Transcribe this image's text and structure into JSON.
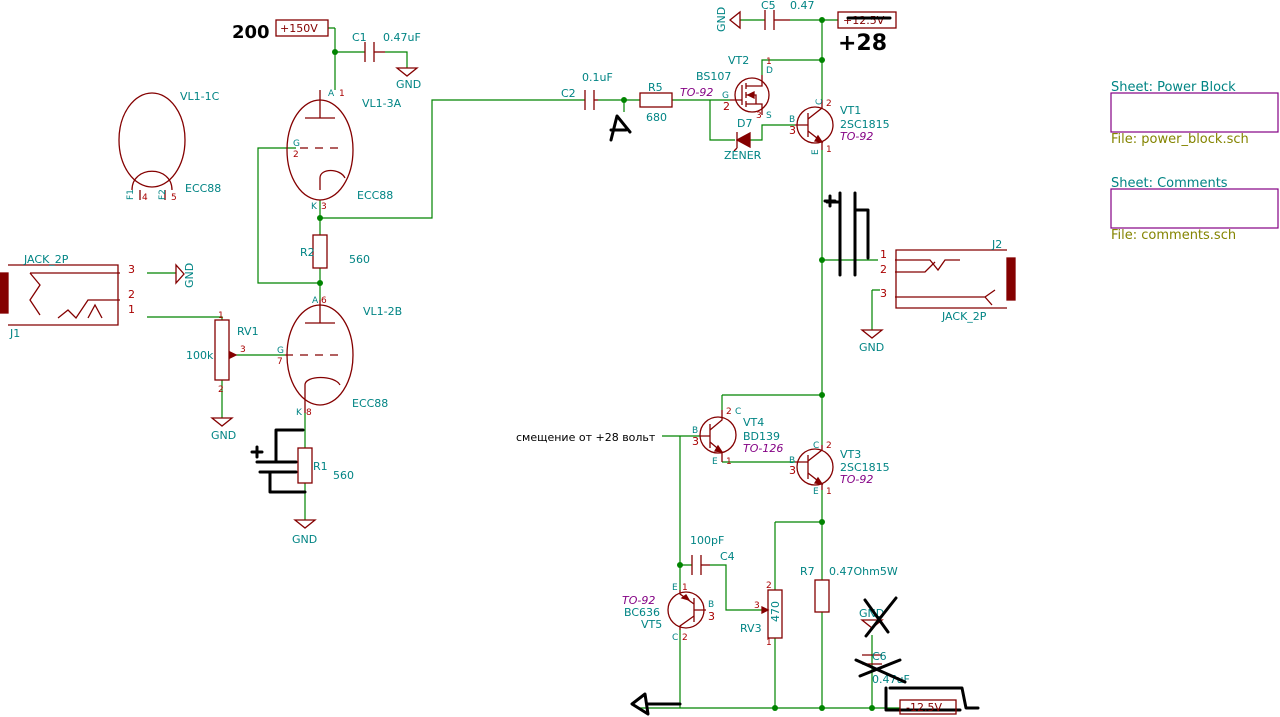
{
  "labels": {
    "vl1c_ref": "VL1-1C",
    "vl1c_val": "ECC88",
    "vl1c_f1": "F1",
    "vl1c_f2": "F2",
    "vl1c_p4": "4",
    "vl1c_p5": "5",
    "vl3a_ref": "VL1-3A",
    "vl3a_val": "ECC88",
    "vl3a_a": "A",
    "vl3a_g": "G",
    "vl3a_k": "K",
    "vl3a_p1": "1",
    "vl3a_p2": "2",
    "vl3a_p3": "3",
    "vl2b_ref": "VL1-2B",
    "vl2b_val": "ECC88",
    "vl2b_a": "A",
    "vl2b_g": "G",
    "vl2b_k": "K",
    "vl2b_p6": "6",
    "vl2b_p7": "7",
    "vl2b_p8": "8",
    "c1_ref": "C1",
    "c1_val": "0.47uF",
    "c1_gnd": "GND",
    "pwr_150": "+150V",
    "hand_200": "200",
    "j1_ref": "J1",
    "j1_val": "JACK_2P",
    "j1_p1": "1",
    "j1_p2": "2",
    "j1_p3": "3",
    "j1_gnd": "GND",
    "rv1_ref": "RV1",
    "rv1_val": "100k",
    "rv1_p1": "1",
    "rv1_p2": "2",
    "rv1_p3": "3",
    "rv1_gnd": "GND",
    "r2_ref": "R2",
    "r2_val": "560",
    "r1_ref": "R1",
    "r1_val": "560",
    "r1_gnd": "GND",
    "c2_ref": "C2",
    "c2_val": "0.1uF",
    "hand_a": "A",
    "r5_ref": "R5",
    "r5_val": "680",
    "vt2_ref": "VT2",
    "vt2_val": "BS107",
    "vt2_pkg": "TO-92",
    "vt2_g": "G",
    "vt2_d": "D",
    "vt2_s": "S",
    "vt2_p1": "1",
    "vt2_p2": "2",
    "vt2_p3": "3",
    "d7_ref": "D7",
    "d7_val": "ZENER",
    "vt1_ref": "VT1",
    "vt1_val": "2SC1815",
    "vt1_pkg": "TO-92",
    "vt1_b": "B",
    "vt1_c": "C",
    "vt1_e": "E",
    "vt1_p1": "1",
    "vt1_p2": "2",
    "vt1_p3": "3",
    "c5_ref": "C5",
    "c5_val": "0.47",
    "c5_gnd": "GND",
    "pwr_125": "+12.5V",
    "hand_28": "+28",
    "j2_ref": "J2",
    "j2_val": "JACK_2P",
    "j2_p1": "1",
    "j2_p2": "2",
    "j2_p3": "3",
    "j2_gnd": "GND",
    "vt4_ref": "VT4",
    "vt4_val": "BD139",
    "vt4_pkg": "TO-126",
    "vt4_b": "B",
    "vt4_c": "C",
    "vt4_e": "E",
    "vt4_p1": "1",
    "vt4_p2": "2",
    "vt4_p3": "3",
    "bias_note": "смещение от +28 вольт",
    "vt3_ref": "VT3",
    "vt3_val": "2SC1815",
    "vt3_pkg": "TO-92",
    "vt3_b": "B",
    "vt3_c": "C",
    "vt3_e": "E",
    "vt3_p1": "1",
    "vt3_p2": "2",
    "vt3_p3": "3",
    "c4_ref": "C4",
    "c4_val": "100pF",
    "vt5_ref": "VT5",
    "vt5_val": "BC636",
    "vt5_pkg": "TO-92",
    "vt5_b": "B",
    "vt5_c": "C",
    "vt5_e": "E",
    "vt5_p1": "1",
    "vt5_p2": "2",
    "vt5_p3": "3",
    "rv3_ref": "RV3",
    "rv3_val": "470",
    "rv3_p1": "1",
    "rv3_p2": "2",
    "rv3_p3": "3",
    "r7_ref": "R7",
    "r7_val": "0.47Ohm5W",
    "c6_ref": "C6",
    "c6_val": "0.47uF",
    "c6_gnd": "GND",
    "pwr_neg": "-12.5V"
  },
  "sheets": [
    {
      "name": "Sheet: Power Block",
      "file": "File: power_block.sch"
    },
    {
      "name": "Sheet: Comments",
      "file": "File: comments.sch"
    }
  ],
  "colors": {
    "wire": "#008400",
    "body": "#840000",
    "ref_text": "#008484",
    "package_text": "#840084",
    "sheet_border": "#840084",
    "sheet_file": "#848400",
    "ink": "#000000"
  }
}
